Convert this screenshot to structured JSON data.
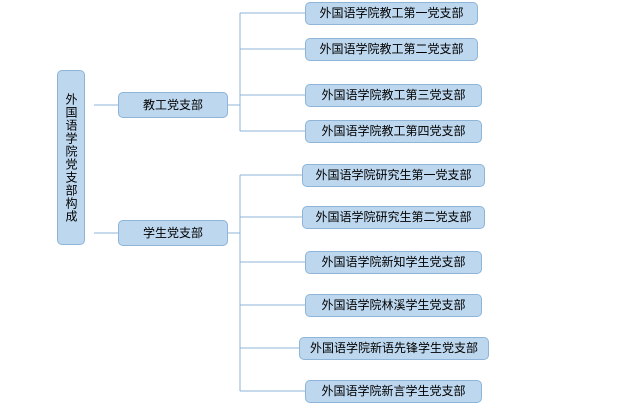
{
  "diagram": {
    "title": "外国语学院党支部构成",
    "type": "organization-tree",
    "colors": {
      "node_fill": "#bdd7ee",
      "node_border": "#8eb4d8",
      "connector": "#8eb4d8",
      "text": "#000000",
      "background": "#ffffff"
    },
    "root": {
      "label": "外国语学院党支部构成",
      "orientation": "vertical"
    },
    "branches": [
      {
        "label": "教工党支部",
        "children": [
          {
            "label": "外国语学院教工第一党支部"
          },
          {
            "label": "外国语学院教工第二党支部"
          },
          {
            "label": "外国语学院教工第三党支部"
          },
          {
            "label": "外国语学院教工第四党支部"
          }
        ]
      },
      {
        "label": "学生党支部",
        "children": [
          {
            "label": "外国语学院研究生第一党支部"
          },
          {
            "label": "外国语学院研究生第二党支部"
          },
          {
            "label": "外国语学院新知学生党支部"
          },
          {
            "label": "外国语学院林溪学生党支部"
          },
          {
            "label": "外国语学院新语先锋学生党支部"
          },
          {
            "label": "外国语学院新言学生党支部"
          }
        ]
      }
    ]
  }
}
